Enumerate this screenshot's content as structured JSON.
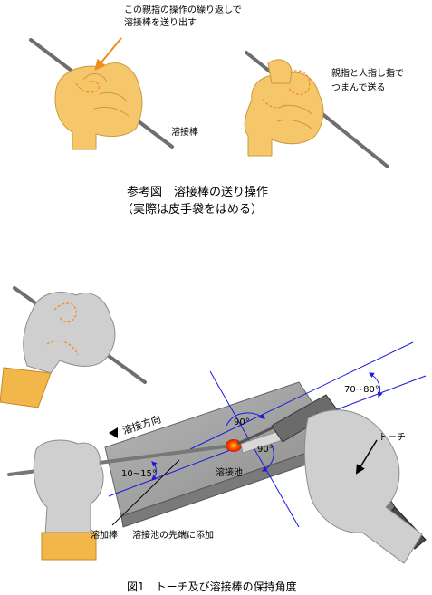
{
  "top_figure": {
    "thumb_note_line1": "この親指の操作の繰り返しで",
    "thumb_note_line2": "溶接棒を送り出す",
    "pinch_note_line1": "親指と人指し指で",
    "pinch_note_line2": "つまんで送る",
    "rod_label": "溶接棒",
    "caption_line1": "参考図　溶接棒の送り操作",
    "caption_line2": "（実際は皮手袋をはめる）"
  },
  "main_figure": {
    "direction_label": "溶接方向",
    "angle_90_top": "90°",
    "angle_90_right": "90°",
    "angle_70_80": "70~80°",
    "angle_10_15": "10~15°",
    "torch_label": "トーチ",
    "pool_label": "溶接池",
    "filler_rod_label": "溶加棒",
    "add_note": "溶接池の先端に添加",
    "caption": "図1　トーチ及び溶接棒の保持角度"
  },
  "colors": {
    "bare_hand": "#f6c66a",
    "glove": "#cfcfcf",
    "glove_cuff": "#f2b64a",
    "angle_lines": "#1a1adc",
    "plate": "#9a9a9a",
    "arrow_orange": "#f08c1a",
    "pool": "#ff3300"
  }
}
